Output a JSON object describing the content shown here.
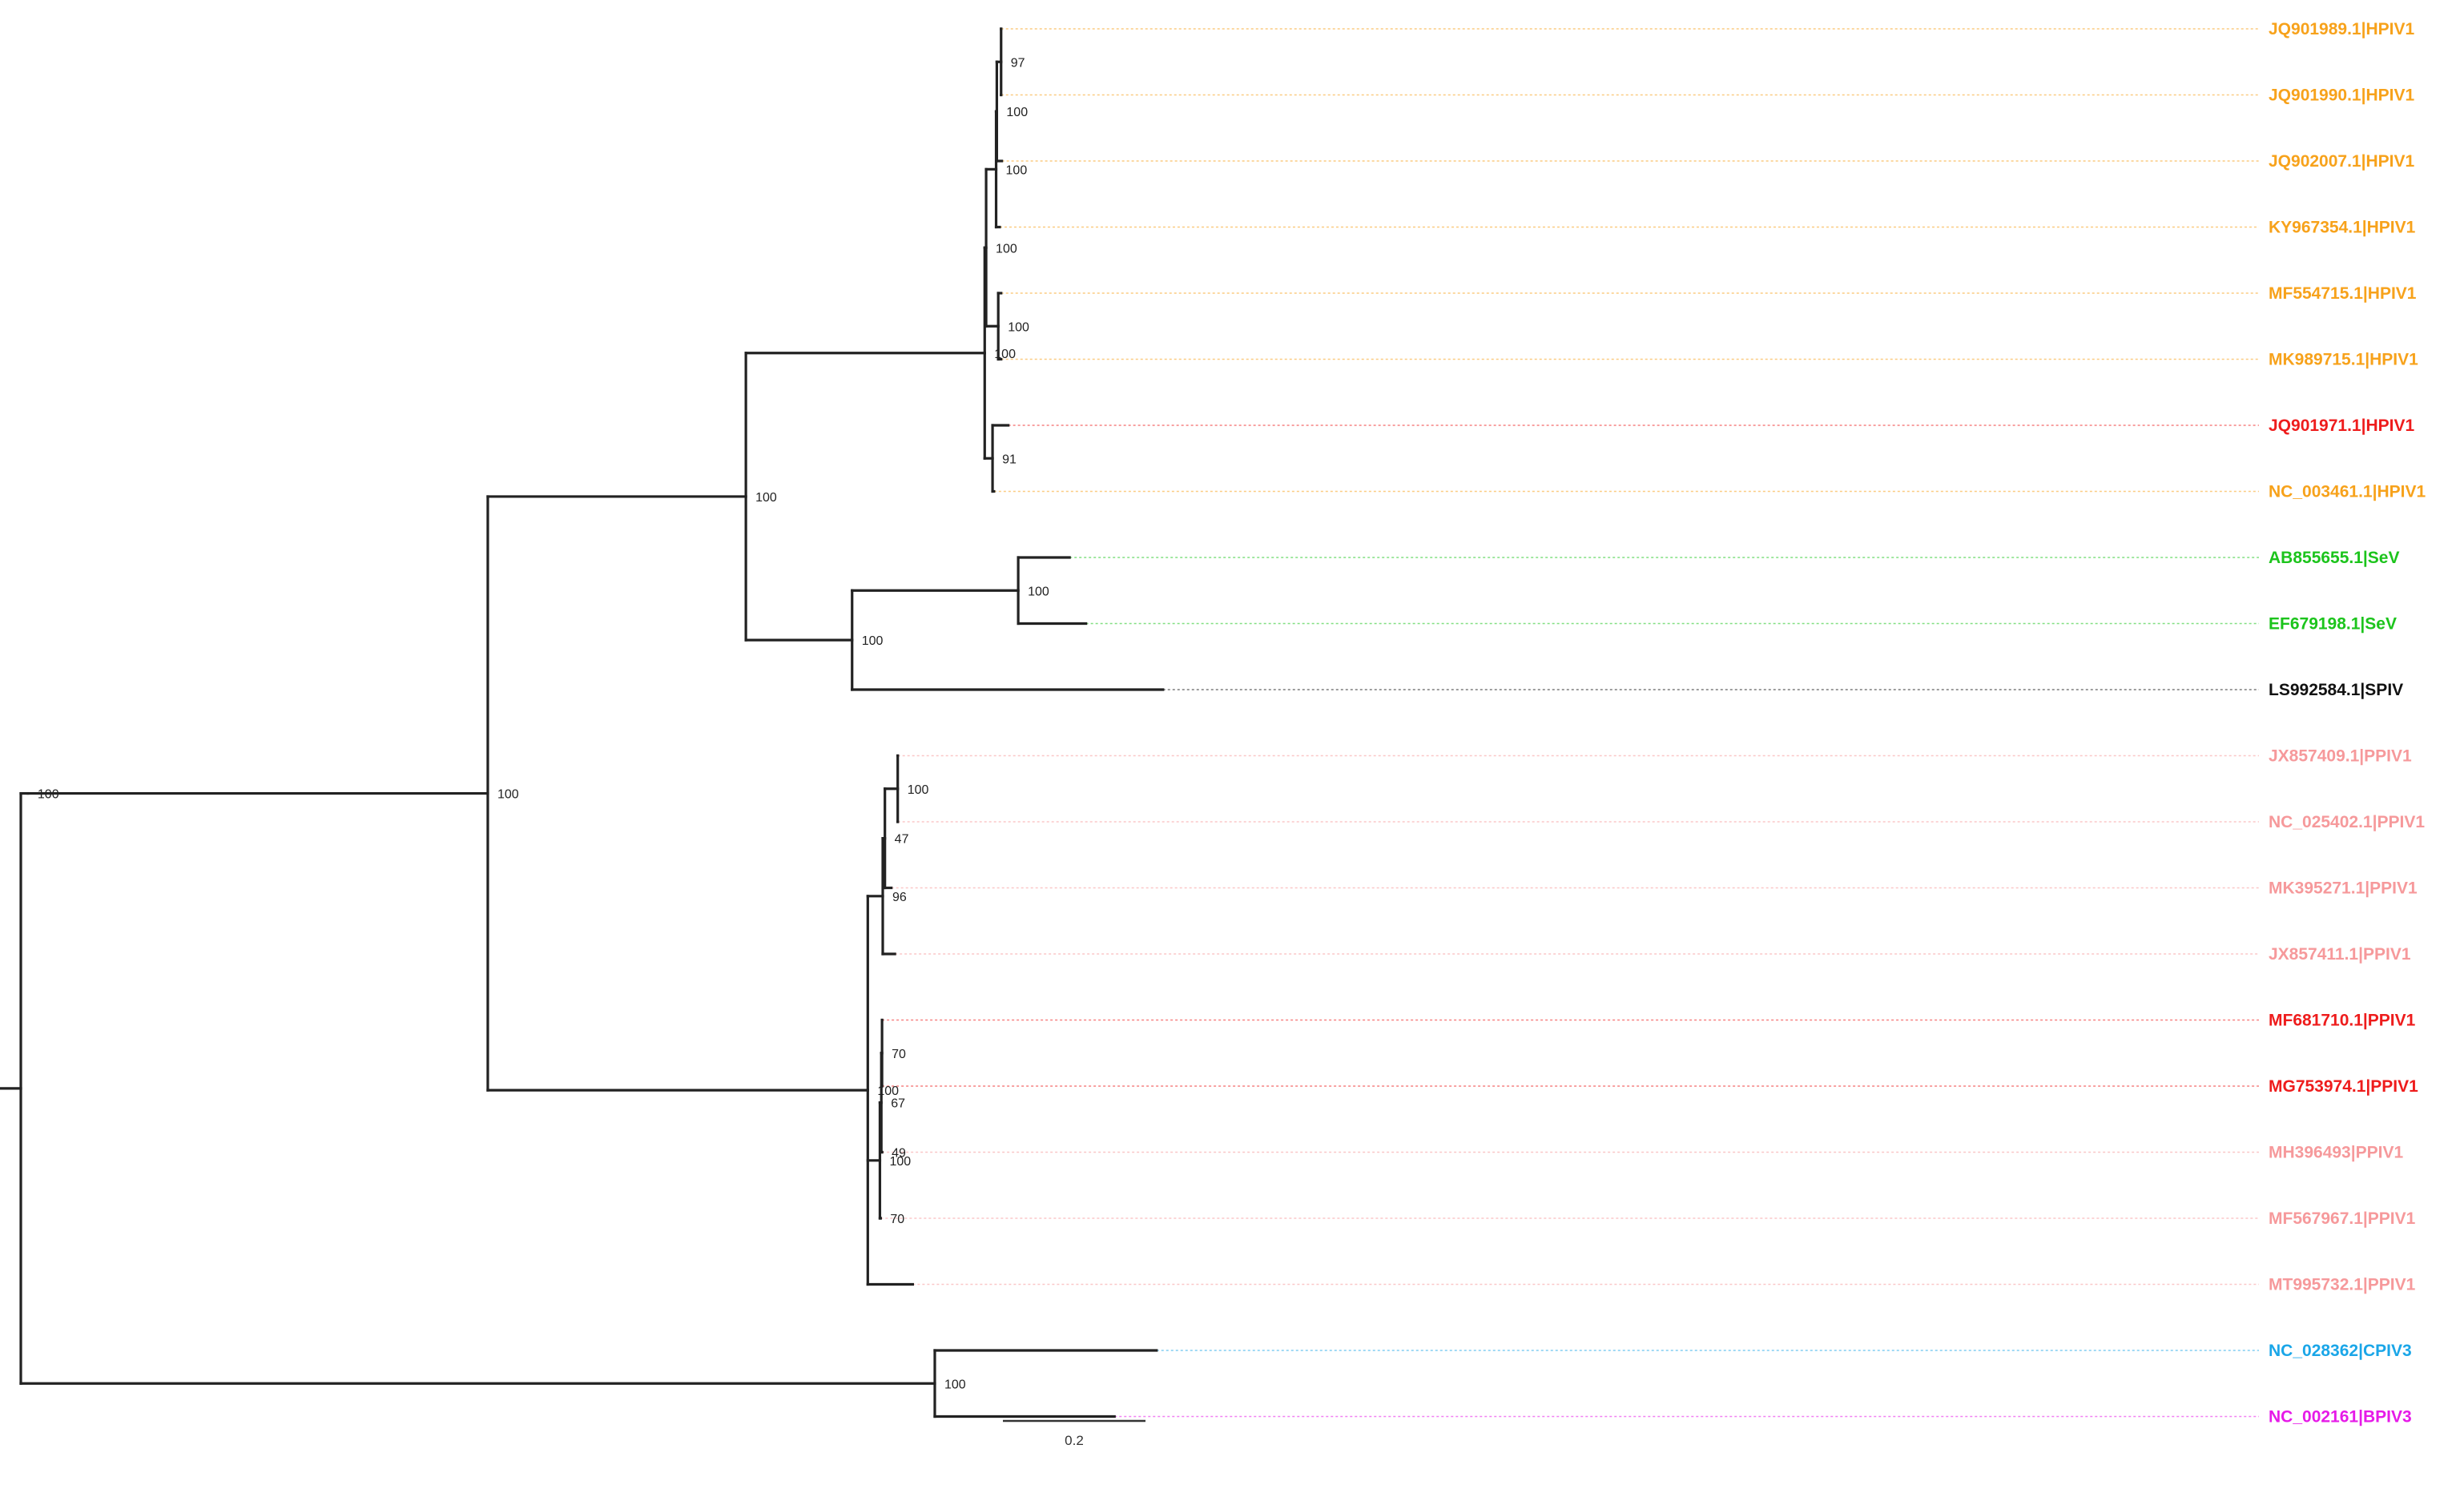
{
  "scale_bar": {
    "label": "0.2",
    "length": 0.2
  },
  "colors": {
    "HPIV1": "#f7a21b",
    "HPIV1_highlight": "#ee1c1c",
    "SeV": "#1cc41c",
    "SPIV": "#111111",
    "PPIV1": "#f6999b",
    "PPIV1_highlight": "#ee1c1c",
    "CPIV3": "#1aa6e8",
    "BPIV3": "#e61ae8"
  },
  "tree": {
    "edge": 0.0,
    "children": [
      {
        "edge": 0.01,
        "support": "100",
        "children": [
          {
            "edge": 0.645,
            "support": "100",
            "children": [
              {
                "edge": 0.362,
                "support": "100",
                "children": [
                  {
                    "edge": 0.335,
                    "support": "100",
                    "children": [
                      {
                        "edge": 0.002,
                        "support": "100",
                        "children": [
                          {
                            "edge": 0.014,
                            "support": "100",
                            "children": [
                              {
                                "edge": 0.001,
                                "support": "100",
                                "children": [
                                  {
                                    "edge": 0.006,
                                    "support": "97",
                                    "children": [
                                      {
                                        "edge": 0.0,
                                        "name": "JQ901989.1|HPIV1",
                                        "color": "HPIV1"
                                      },
                                      {
                                        "edge": 0.0,
                                        "name": "JQ901990.1|HPIV1",
                                        "color": "HPIV1"
                                      }
                                    ]
                                  },
                                  {
                                    "edge": 0.007,
                                    "name": "JQ902007.1|HPIV1",
                                    "color": "HPIV1"
                                  }
                                ]
                              },
                              {
                                "edge": 0.005,
                                "name": "KY967354.1|HPIV1",
                                "color": "HPIV1"
                              }
                            ]
                          },
                          {
                            "edge": 0.017,
                            "support": "100",
                            "children": [
                              {
                                "edge": 0.004,
                                "name": "MF554715.1|HPIV1",
                                "color": "HPIV1"
                              },
                              {
                                "edge": 0.004,
                                "name": "MK989715.1|HPIV1",
                                "color": "HPIV1"
                              }
                            ]
                          }
                        ]
                      },
                      {
                        "edge": 0.011,
                        "support": "91",
                        "children": [
                          {
                            "edge": 0.022,
                            "name": "JQ901971.1|HPIV1",
                            "color": "HPIV1_highlight"
                          },
                          {
                            "edge": 0.002,
                            "name": "NC_003461.1|HPIV1",
                            "color": "HPIV1"
                          }
                        ]
                      }
                    ]
                  },
                  {
                    "edge": 0.149,
                    "support": "100",
                    "children": [
                      {
                        "edge": 0.233,
                        "support": "100",
                        "children": [
                          {
                            "edge": 0.072,
                            "name": "AB855655.1|SeV",
                            "color": "SeV"
                          },
                          {
                            "edge": 0.095,
                            "name": "EF679198.1|SeV",
                            "color": "SeV"
                          }
                        ]
                      },
                      {
                        "edge": 0.436,
                        "name": "LS992584.1|SPIV",
                        "color": "SPIV"
                      }
                    ]
                  }
                ]
              },
              {
                "edge": 0.533,
                "support": "100",
                "children": [
                  {
                    "edge": 0.021,
                    "support": "96",
                    "children": [
                      {
                        "edge": 0.003,
                        "support": "47",
                        "children": [
                          {
                            "edge": 0.018,
                            "support": "100",
                            "children": [
                              {
                                "edge": 0.0,
                                "name": "JX857409.1|PPIV1",
                                "color": "PPIV1"
                              },
                              {
                                "edge": 0.0,
                                "name": "NC_025402.1|PPIV1",
                                "color": "PPIV1"
                              }
                            ]
                          },
                          {
                            "edge": 0.009,
                            "name": "MK395271.1|PPIV1",
                            "color": "PPIV1"
                          }
                        ]
                      },
                      {
                        "edge": 0.017,
                        "name": "JX857411.1|PPIV1",
                        "color": "PPIV1"
                      }
                    ]
                  },
                  {
                    "edge": 0.017,
                    "support": "100",
                    "children": [
                      {
                        "edge": 0.002,
                        "support": "67",
                        "children": [
                          {
                            "edge": 0.001,
                            "support": "70",
                            "children": [
                              {
                                "edge": 0.0,
                                "name": "MF681710.1|PPIV1",
                                "color": "PPIV1_highlight"
                              },
                              {
                                "edge": 0.0,
                                "name": "MG753974.1|PPIV1",
                                "color": "PPIV1_highlight"
                              }
                            ]
                          },
                          {
                            "edge": 0.001,
                            "support": "49",
                            "children": [
                              {
                                "edge": 0.0,
                                "name": "MH396493|PPIV1",
                                "color": "PPIV1"
                              }
                            ]
                          }
                        ]
                      },
                      {
                        "edge": 0.001,
                        "support": "70",
                        "children": [
                          {
                            "edge": 0.0,
                            "name": "MF567967.1|PPIV1",
                            "color": "PPIV1"
                          }
                        ]
                      }
                    ]
                  },
                  {
                    "edge": 0.063,
                    "name": "MT995732.1|PPIV1",
                    "color": "PPIV1"
                  }
                ]
              }
            ]
          }
        ]
      },
      {
        "edge": 1.282,
        "support": "100",
        "children": [
          {
            "edge": 0.311,
            "name": "NC_028362|CPIV3",
            "color": "CPIV3"
          },
          {
            "edge": 0.252,
            "name": "NC_002161|BPIV3",
            "color": "BPIV3"
          }
        ]
      }
    ]
  }
}
